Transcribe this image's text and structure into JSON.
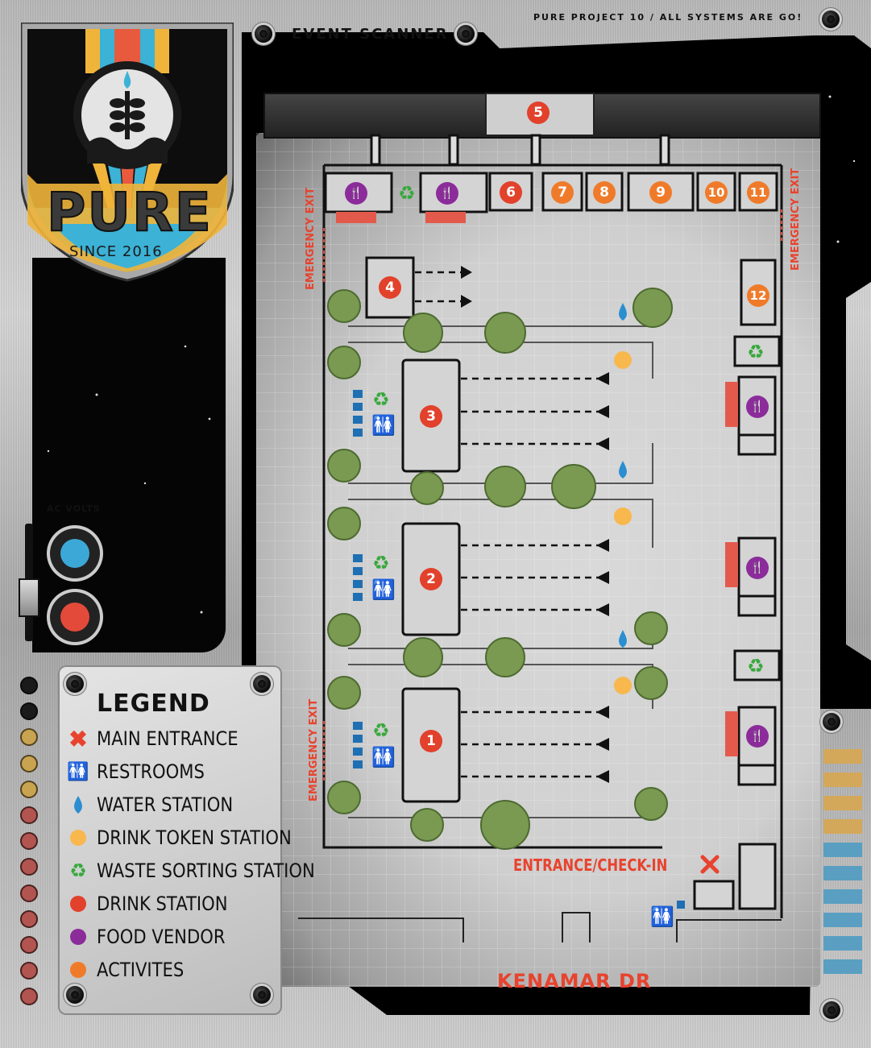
{
  "header": {
    "scanner_label": "EVENT SCANNER",
    "status_text": "PURE PROJECT 10 / ALL SYSTEMS ARE GO!"
  },
  "badge": {
    "brand": "PURE",
    "since": "SINCE 2016"
  },
  "controls": {
    "ac_volts_label": "AC VOLTS"
  },
  "legend": {
    "title": "LEGEND",
    "items": [
      {
        "label": "MAIN ENTRANCE",
        "icon": "x-mark-icon",
        "color": "#e8432e"
      },
      {
        "label": "RESTROOMS",
        "icon": "restroom-icon",
        "color": "#1f6fb3"
      },
      {
        "label": "WATER STATION",
        "icon": "water-drop-icon",
        "color": "#2a8ed0"
      },
      {
        "label": "DRINK TOKEN STATION",
        "icon": "token-dot-icon",
        "color": "#f8b84e"
      },
      {
        "label": "WASTE SORTING STATION",
        "icon": "recycle-icon",
        "color": "#37a83c"
      },
      {
        "label": "DRINK STATION",
        "icon": "drink-dot-icon",
        "color": "#e2412b"
      },
      {
        "label": "FOOD VENDOR",
        "icon": "food-dot-icon",
        "color": "#8b2c9a"
      },
      {
        "label": "ACTIVITES",
        "icon": "activity-dot-icon",
        "color": "#ef7b2a"
      }
    ]
  },
  "map": {
    "emergency_exit_label": "EMERGENCY EXIT",
    "entrance_label": "ENTRANCE/CHECK-IN",
    "street_label": "KENAMAR DR",
    "markers": {
      "m1": "1",
      "m2": "2",
      "m3": "3",
      "m4": "4",
      "m5": "5",
      "m6": "6",
      "m7": "7",
      "m8": "8",
      "m9": "9",
      "m10": "10",
      "m11": "11",
      "m12": "12"
    }
  },
  "colors": {
    "drink": "#e2412b",
    "activity": "#ef7b2a",
    "food": "#8b2c9a",
    "water": "#2a8ed0",
    "token": "#f8b84e",
    "recycle": "#37a83c",
    "restroom": "#1f6fb3",
    "label_red": "#e8432e"
  }
}
